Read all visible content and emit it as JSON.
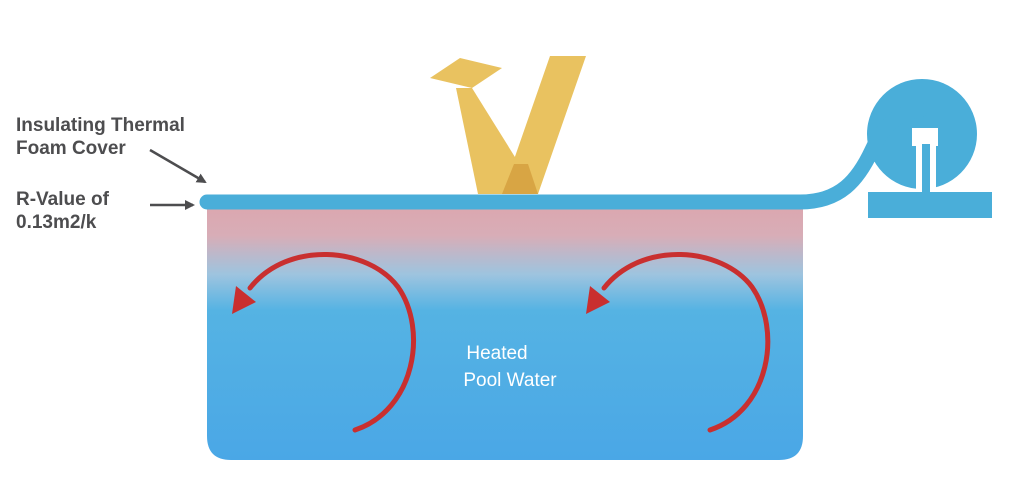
{
  "labels": {
    "cover": {
      "line1": "Insulating Thermal",
      "line2": "Foam Cover"
    },
    "r_value": {
      "line1": "R-Value of",
      "line2": "0.13m2/k"
    },
    "water": {
      "line1": "Heated",
      "line2": "Pool Water"
    }
  },
  "colors": {
    "cover": "#4aaed9",
    "water": "#4da8e6",
    "warm_layer": "#dba7b0",
    "heat_arrow": "#e8c05c",
    "heat_arrow_overlap": "#d9a746",
    "convection_arrow": "#c92f2f",
    "pointer": "#4d4d4f",
    "text": "#4d4d4f"
  },
  "icons": {
    "heat": "heat-loss-arrows",
    "convection": "circular-current-arrow",
    "reel": "cover-reel"
  }
}
